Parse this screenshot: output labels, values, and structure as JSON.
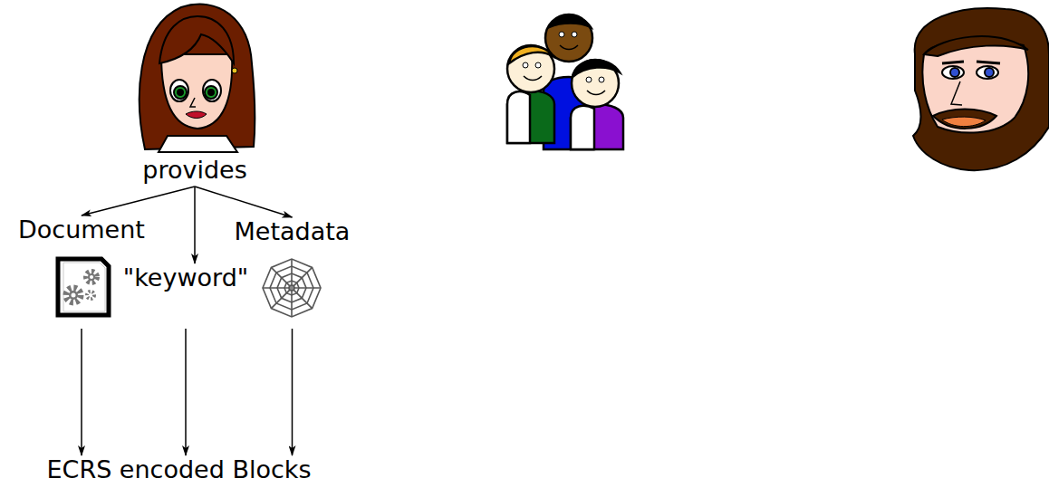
{
  "diagram": {
    "nodes": [
      {
        "text": [
          "provides"
        ]
      },
      {
        "text": [
          "Document"
        ]
      },
      {
        "text": [
          "\"keyword\""
        ]
      },
      {
        "text": [
          "Metadata"
        ]
      },
      {
        "text": [
          "ECRS encoded Blocks"
        ]
      }
    ],
    "edges": [
      {
        "from": 0,
        "to": 1,
        "arrow": "to"
      },
      {
        "from": 0,
        "to": 2,
        "arrow": "to"
      },
      {
        "from": 0,
        "to": 3,
        "arrow": "to"
      },
      {
        "from": 1,
        "to": 4,
        "arrow": "to"
      },
      {
        "from": 2,
        "to": 4,
        "arrow": "to"
      },
      {
        "from": 3,
        "to": 4,
        "arrow": "to"
      }
    ]
  }
}
